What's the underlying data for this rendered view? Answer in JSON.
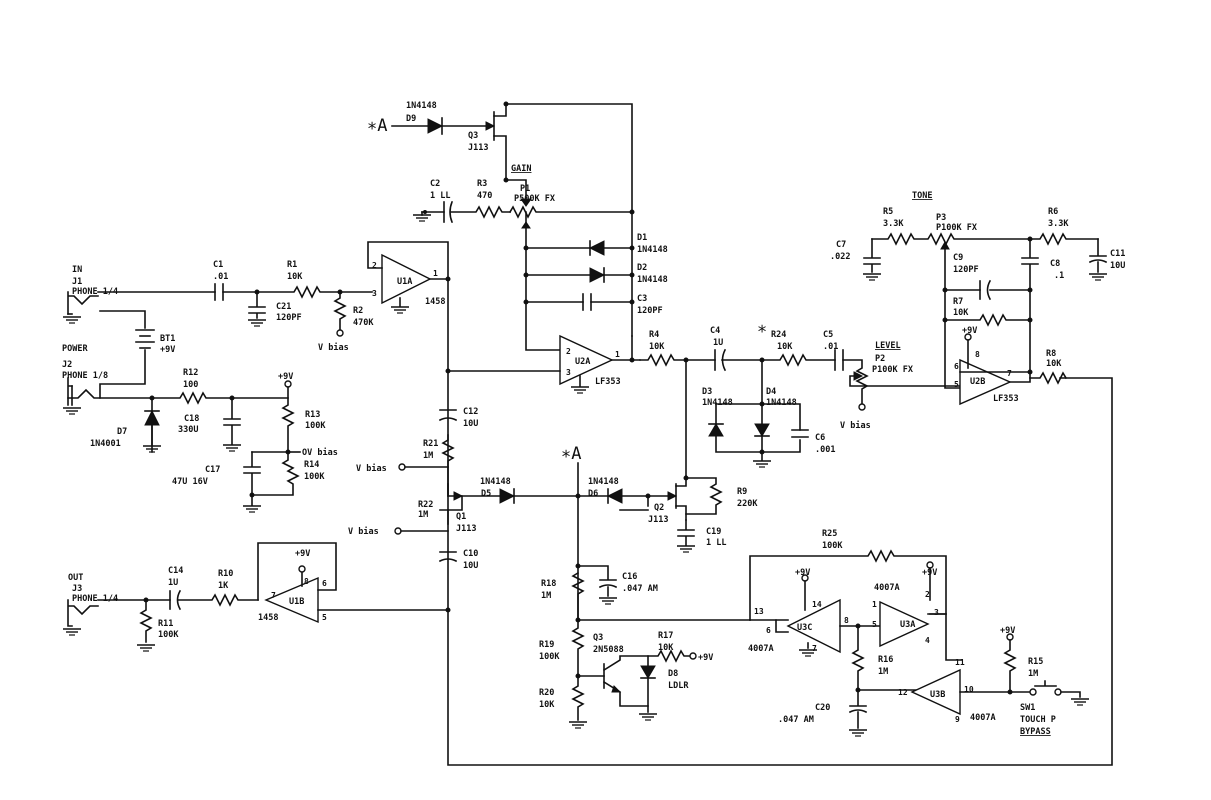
{
  "markers": {
    "star_a": "∗A",
    "star": "∗"
  },
  "top": {
    "d9": "1N4148",
    "d9_ref": "D9",
    "q3": "Q3",
    "q3_val": "J113",
    "gain": "GAIN",
    "c2": "C2",
    "c2_val": "1 LL",
    "r3": "R3",
    "r3_val": "470",
    "p1": "P1",
    "p1_val": "P500K FX",
    "d1": "D1",
    "d1_val": "1N4148",
    "d2": "D2",
    "d2_val": "1N4148",
    "c3": "C3",
    "c3_val": "120PF",
    "u2a": "U2A",
    "u2a_type": "LF353"
  },
  "input": {
    "in": "IN",
    "j1": "J1",
    "j1_val": "PHONE 1/4",
    "c1": "C1",
    "c1_val": ".01",
    "r1": "R1",
    "r1_val": "10K",
    "c21": "C21",
    "c21_val": "120PF",
    "r2": "R2",
    "r2_val": "470K",
    "vbias": "V bias",
    "u1a": "U1A",
    "u1a_type": "1458"
  },
  "power": {
    "power": "POWER",
    "j2": "J2",
    "j2_val": "PHONE 1/8",
    "bt1": "BT1",
    "bt1_val": "+9V",
    "r12": "R12",
    "r12_val": "100",
    "d7": "D7",
    "d7_val": "1N4001",
    "c18": "C18",
    "c18_val": "330U",
    "plus9v": "+9V",
    "r13": "R13",
    "r13_val": "100K",
    "ovbias": "OV bias",
    "r14": "R14",
    "r14_val": "100K",
    "c17": "C17",
    "c17_val": "47U 16V"
  },
  "middle": {
    "c12": "C12",
    "c12_val": "10U",
    "r21": "R21",
    "r21_val": "1M",
    "vbias": "V bias",
    "d5": "D5",
    "d5_val": "1N4148",
    "d6": "D6",
    "d6_val": "1N4148",
    "r22": "R22",
    "r22_val": "1M",
    "q1": "Q1",
    "q1_val": "J113",
    "c10": "C10",
    "c10_val": "10U",
    "q2": "Q2",
    "q2_val": "J113",
    "r9": "R9",
    "r9_val": "220K",
    "c19": "C19",
    "c19_val": "1 LL"
  },
  "output": {
    "out": "OUT",
    "j3": "J3",
    "j3_val": "PHONE 1/4",
    "c14": "C14",
    "c14_val": "1U",
    "r10": "R10",
    "r10_val": "1K",
    "u1b": "U1B",
    "u1b_type": "1458",
    "r11": "R11",
    "r11_val": "100K",
    "plus9v": "+9V"
  },
  "level": {
    "r4": "R4",
    "r4_val": "10K",
    "c4": "C4",
    "c4_val": "1U",
    "r24": "R24",
    "r24_val": "10K",
    "c5": "C5",
    "c5_val": ".01",
    "level": "LEVEL",
    "p2": "P2",
    "p2_val": "P100K FX",
    "d3": "D3",
    "d3_val": "1N4148",
    "d4": "D4",
    "d4_val": "1N4148",
    "c6": "C6",
    "c6_val": ".001",
    "vbias": "V bias"
  },
  "tone": {
    "tone": "TONE",
    "r5": "R5",
    "r5_val": "3.3K",
    "p3": "P3",
    "p3_val": "P100K FX",
    "r6": "R6",
    "r6_val": "3.3K",
    "c7": "C7",
    "c7_val": ".022",
    "c9": "C9",
    "c9_val": "120PF",
    "c8": "C8",
    "c8_val": ".1",
    "c11": "C11",
    "c11_val": "10U",
    "r7": "R7",
    "r7_val": "10K",
    "plus9v": "+9V",
    "u2b": "U2B",
    "u2b_type": "LF353",
    "r8": "R8",
    "r8_val": "10K"
  },
  "bottom": {
    "r18": "R18",
    "r18_val": "1M",
    "c16": "C16",
    "c16_val": ".047 AM",
    "r19": "R19",
    "r19_val": "100K",
    "q3": "Q3",
    "q3_val": "2N5088",
    "r17": "R17",
    "r17_val": "10K",
    "plus9v": "+9V",
    "d8": "D8",
    "d8_val": "LDLR",
    "r20": "R20",
    "r20_val": "10K",
    "u3c": "U3C",
    "u3c_type": "4007A",
    "r25": "R25",
    "r25_val": "100K",
    "u3a": "U3A",
    "u3a_type": "4007A",
    "r16": "R16",
    "r16_val": "1M",
    "c20": "C20",
    "c20_val": ".047 AM",
    "u3b": "U3B",
    "u3b_type": "4007A",
    "r15": "R15",
    "r15_val": "1M",
    "sw1": "SW1",
    "sw1_val": "TOUCH P",
    "bypass": "BYPASS"
  },
  "pins": {
    "p1": "1",
    "p2": "2",
    "p3": "3",
    "p4": "4",
    "p5": "5",
    "p6": "6",
    "p7": "7",
    "p8": "8",
    "p9": "9",
    "p10": "10",
    "p11": "11",
    "p12": "12",
    "p13": "13",
    "p14": "14"
  }
}
